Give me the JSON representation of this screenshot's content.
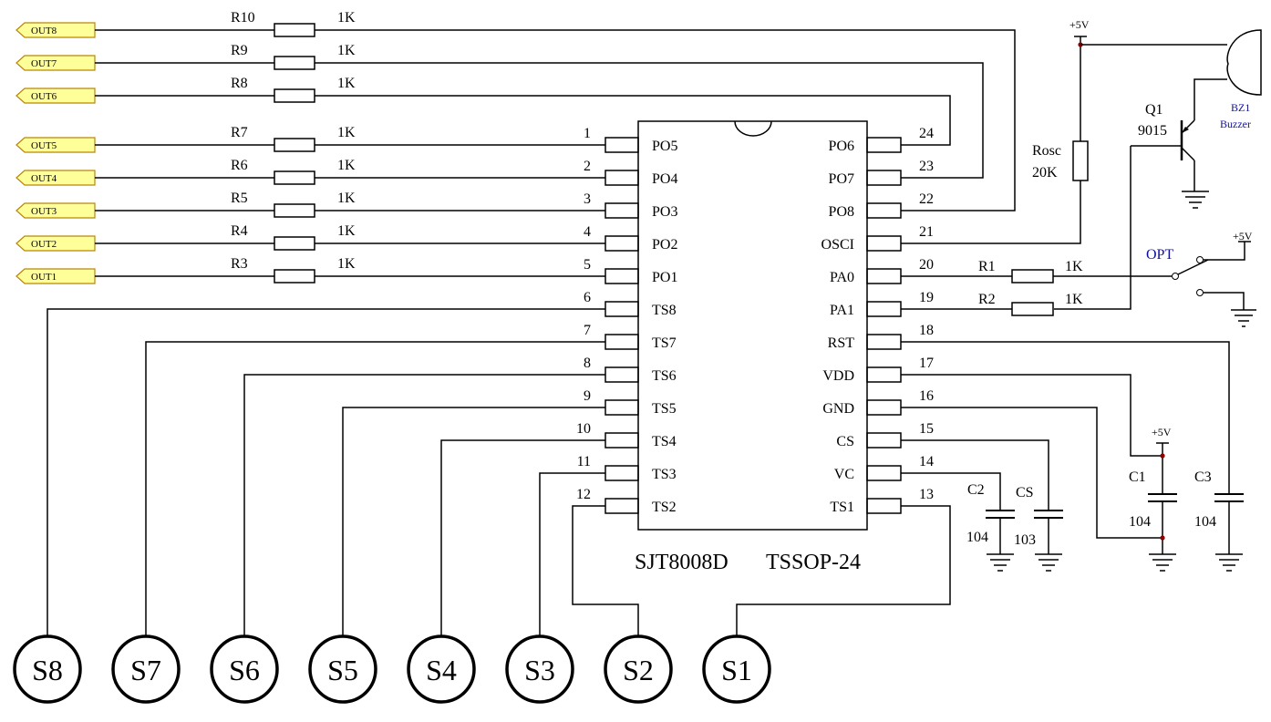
{
  "outputs": [
    {
      "port": "OUT8",
      "res": "R10",
      "val": "1K"
    },
    {
      "port": "OUT7",
      "res": "R9",
      "val": "1K"
    },
    {
      "port": "OUT6",
      "res": "R8",
      "val": "1K"
    },
    {
      "port": "OUT5",
      "res": "R7",
      "val": "1K"
    },
    {
      "port": "OUT4",
      "res": "R6",
      "val": "1K"
    },
    {
      "port": "OUT3",
      "res": "R5",
      "val": "1K"
    },
    {
      "port": "OUT2",
      "res": "R4",
      "val": "1K"
    },
    {
      "port": "OUT1",
      "res": "R3",
      "val": "1K"
    }
  ],
  "chip": {
    "part": "SJT8008D",
    "package": "TSSOP-24",
    "left_pins": [
      {
        "num": "1",
        "name": "PO5"
      },
      {
        "num": "2",
        "name": "PO4"
      },
      {
        "num": "3",
        "name": "PO3"
      },
      {
        "num": "4",
        "name": "PO2"
      },
      {
        "num": "5",
        "name": "PO1"
      },
      {
        "num": "6",
        "name": "TS8"
      },
      {
        "num": "7",
        "name": "TS7"
      },
      {
        "num": "8",
        "name": "TS6"
      },
      {
        "num": "9",
        "name": "TS5"
      },
      {
        "num": "10",
        "name": "TS4"
      },
      {
        "num": "11",
        "name": "TS3"
      },
      {
        "num": "12",
        "name": "TS2"
      }
    ],
    "right_pins": [
      {
        "num": "24",
        "name": "PO6"
      },
      {
        "num": "23",
        "name": "PO7"
      },
      {
        "num": "22",
        "name": "PO8"
      },
      {
        "num": "21",
        "name": "OSCI"
      },
      {
        "num": "20",
        "name": "PA0"
      },
      {
        "num": "19",
        "name": "PA1"
      },
      {
        "num": "18",
        "name": "RST"
      },
      {
        "num": "17",
        "name": "VDD"
      },
      {
        "num": "16",
        "name": "GND"
      },
      {
        "num": "15",
        "name": "CS"
      },
      {
        "num": "14",
        "name": "VC"
      },
      {
        "num": "13",
        "name": "TS1"
      }
    ]
  },
  "sensors": [
    "S8",
    "S7",
    "S6",
    "S5",
    "S4",
    "S3",
    "S2",
    "S1"
  ],
  "components": {
    "rosc": {
      "name": "Rosc",
      "value": "20K"
    },
    "q1": {
      "name": "Q1",
      "value": "9015"
    },
    "buzzer": {
      "name": "BZ1",
      "desc": "Buzzer"
    },
    "r1": {
      "name": "R1",
      "value": "1K"
    },
    "r2": {
      "name": "R2",
      "value": "1K"
    },
    "opt": "OPT",
    "c1": {
      "name": "C1",
      "value": "104"
    },
    "c2": {
      "name": "C2",
      "value": "104"
    },
    "c3": {
      "name": "C3",
      "value": "104"
    },
    "cs": {
      "name": "CS",
      "value": "103"
    }
  },
  "power": [
    "+5V",
    "+5V",
    "+5V"
  ],
  "colors": {
    "port_fill": "#ffff99",
    "port_stroke": "#b8860b",
    "junction": "#8b0000",
    "label_blue": "#1010a0"
  }
}
